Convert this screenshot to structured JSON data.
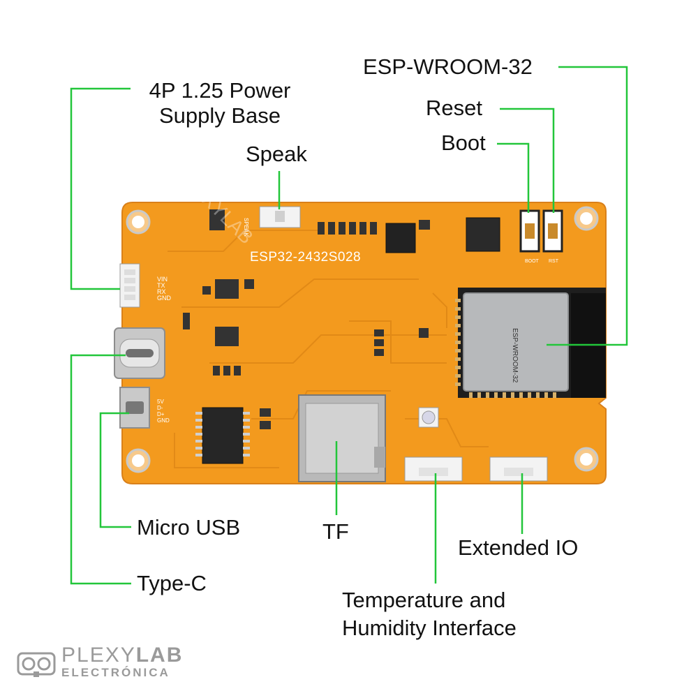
{
  "callouts": {
    "esp_wroom": "ESP-WROOM-32",
    "power_line1": "4P 1.25 Power",
    "power_line2": "Supply Base",
    "reset": "Reset",
    "boot": "Boot",
    "speak": "Speak",
    "micro_usb": "Micro USB",
    "type_c": "Type-C",
    "tf": "TF",
    "extended_io": "Extended IO",
    "temp_line1": "Temperature and",
    "temp_line2": "Humidity Interface"
  },
  "board": {
    "model": "ESP32-2432S028",
    "module_label": "ESP-WROOM-32",
    "watermark": "PLEXYLAB",
    "pin_labels": [
      "VIN",
      "TX",
      "RX",
      "GND"
    ],
    "usb_pin_labels": [
      "5V",
      "D-",
      "D+",
      "GND"
    ],
    "silk_speak": "SPEAK",
    "silk_boot": "BOOT",
    "silk_rst": "RST"
  },
  "logo": {
    "line1_plain": "PLEXY",
    "line1_bold": "LAB",
    "line2": "ELECTRÓNICA"
  },
  "colors": {
    "board": "#f39a1e",
    "callout_line": "#22c63a",
    "module": "#b7b9bb",
    "text": "#111111"
  }
}
